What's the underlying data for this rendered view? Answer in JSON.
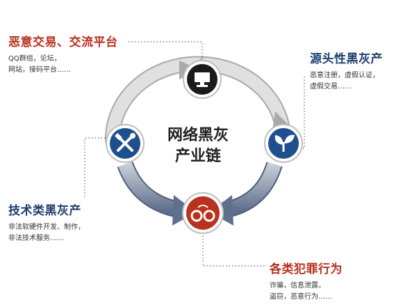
{
  "center": {
    "line1": "网络黑灰",
    "line2": "产业链"
  },
  "nodes": {
    "top": {
      "title": "恶意交易、交流平台",
      "desc1": "QQ群组，论坛，",
      "desc2": "网站，接码平台……",
      "icon": "monitor-icon",
      "color": "#1b1b1b"
    },
    "right": {
      "title": "源头性黑灰产",
      "desc1": "恶意注册，虚假认证，",
      "desc2": "虚假交易……",
      "icon": "sprout-icon",
      "color": "#1f4f8f"
    },
    "left": {
      "title": "技术类黑灰产",
      "desc1": "非法软硬件开发、制作，",
      "desc2": "非法技术服务……",
      "icon": "tools-icon",
      "color": "#1f4f8f"
    },
    "bottom": {
      "title": "各类犯罪行为",
      "desc1": "诈骗，信息泄露，",
      "desc2": "盗窃，恶意行为……",
      "icon": "handcuffs-icon",
      "color": "#b8321f"
    }
  },
  "colors": {
    "ring": "#d8d8d8",
    "ring_edge": "#a9a9a9",
    "arrow": "#6f7f99",
    "dots": "#7a7a7a"
  }
}
